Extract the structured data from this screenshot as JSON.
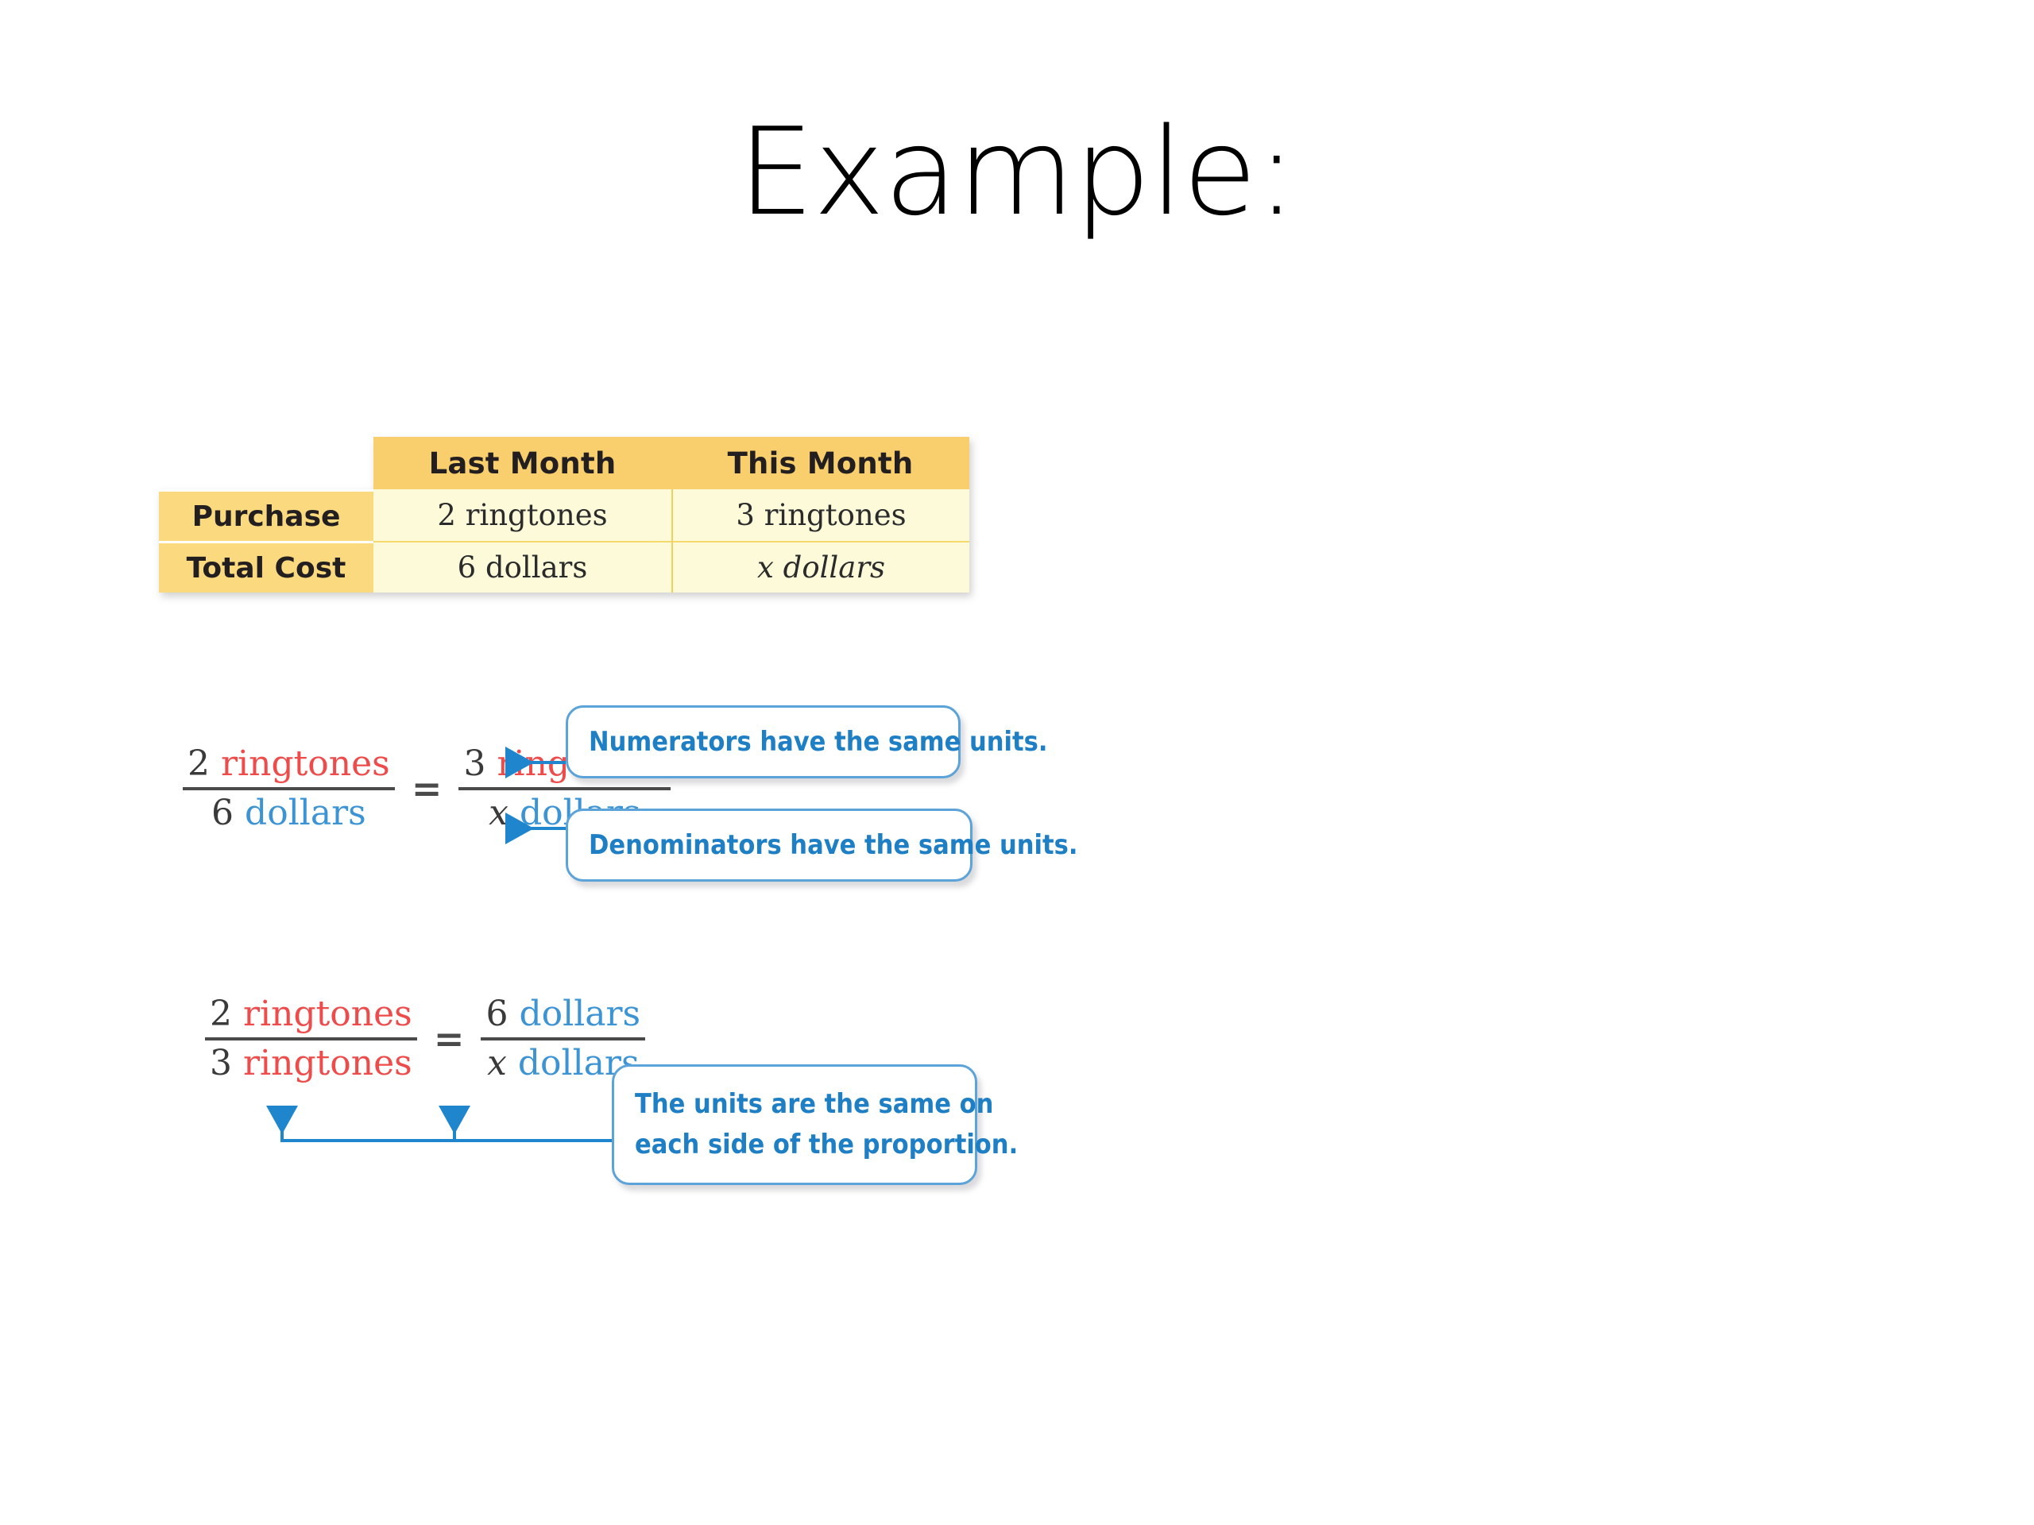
{
  "slide": {
    "title": "Example:"
  },
  "table": {
    "corner_label": "",
    "column_headers": [
      "Last Month",
      "This Month"
    ],
    "rows": [
      {
        "label": "Purchase",
        "cells": [
          "2 ringtones",
          "3 ringtones"
        ]
      },
      {
        "label": "Total Cost",
        "cells": [
          "6 dollars",
          "x dollars"
        ]
      }
    ]
  },
  "equation_1": {
    "left": {
      "numerator": {
        "number": "2",
        "unit": "ringtones"
      },
      "denominator": {
        "number": "6",
        "unit": "dollars"
      }
    },
    "operator": "=",
    "right": {
      "numerator": {
        "number": "3",
        "unit": "ringtones"
      },
      "denominator": {
        "number": "x",
        "unit": "dollars"
      }
    },
    "callouts": [
      {
        "text": "Numerators have the same units."
      },
      {
        "text": "Denominators have the same units."
      }
    ]
  },
  "equation_2": {
    "left": {
      "numerator": {
        "number": "2",
        "unit": "ringtones"
      },
      "denominator": {
        "number": "3",
        "unit": "ringtones"
      }
    },
    "operator": "=",
    "right": {
      "numerator": {
        "number": "6",
        "unit": "dollars"
      },
      "denominator": {
        "number": "x",
        "unit": "dollars"
      }
    },
    "callout": {
      "line1": "The units are the same on",
      "line2": "each side of the proportion."
    }
  },
  "colors": {
    "header_gold": "#f9cf6e",
    "row_label_gold": "#fbd97e",
    "cell_cream": "#fdfad9",
    "unit_red": "#ee4b4b",
    "unit_blue": "#3c94d4",
    "callout_blue": "#1f7fc4",
    "callout_border": "#5ba3d9",
    "rule_gray": "#4a4a4a"
  }
}
